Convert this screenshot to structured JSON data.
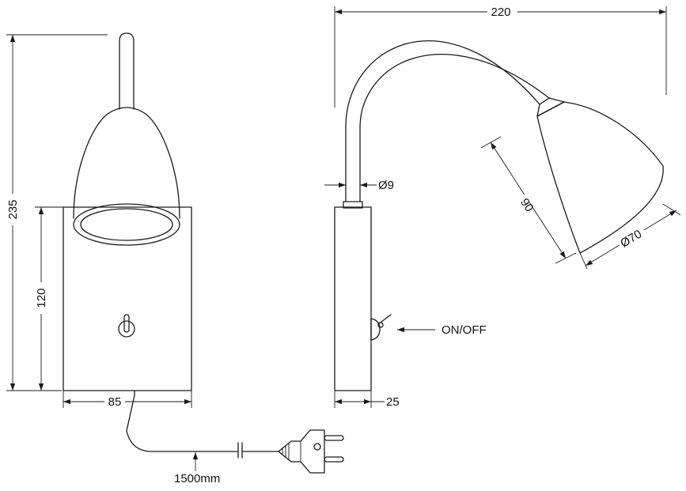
{
  "dimensions": {
    "total_height": "235",
    "plate_height": "120",
    "plate_width": "85",
    "arm_reach": "220",
    "tube_diameter": "Ø9",
    "body_depth": "25",
    "shade_length": "90",
    "shade_diameter": "Ø70",
    "cable_length": "1500mm"
  },
  "labels": {
    "switch": "ON/OFF"
  },
  "colors": {
    "line": "#1a1a1a",
    "background": "#ffffff"
  }
}
